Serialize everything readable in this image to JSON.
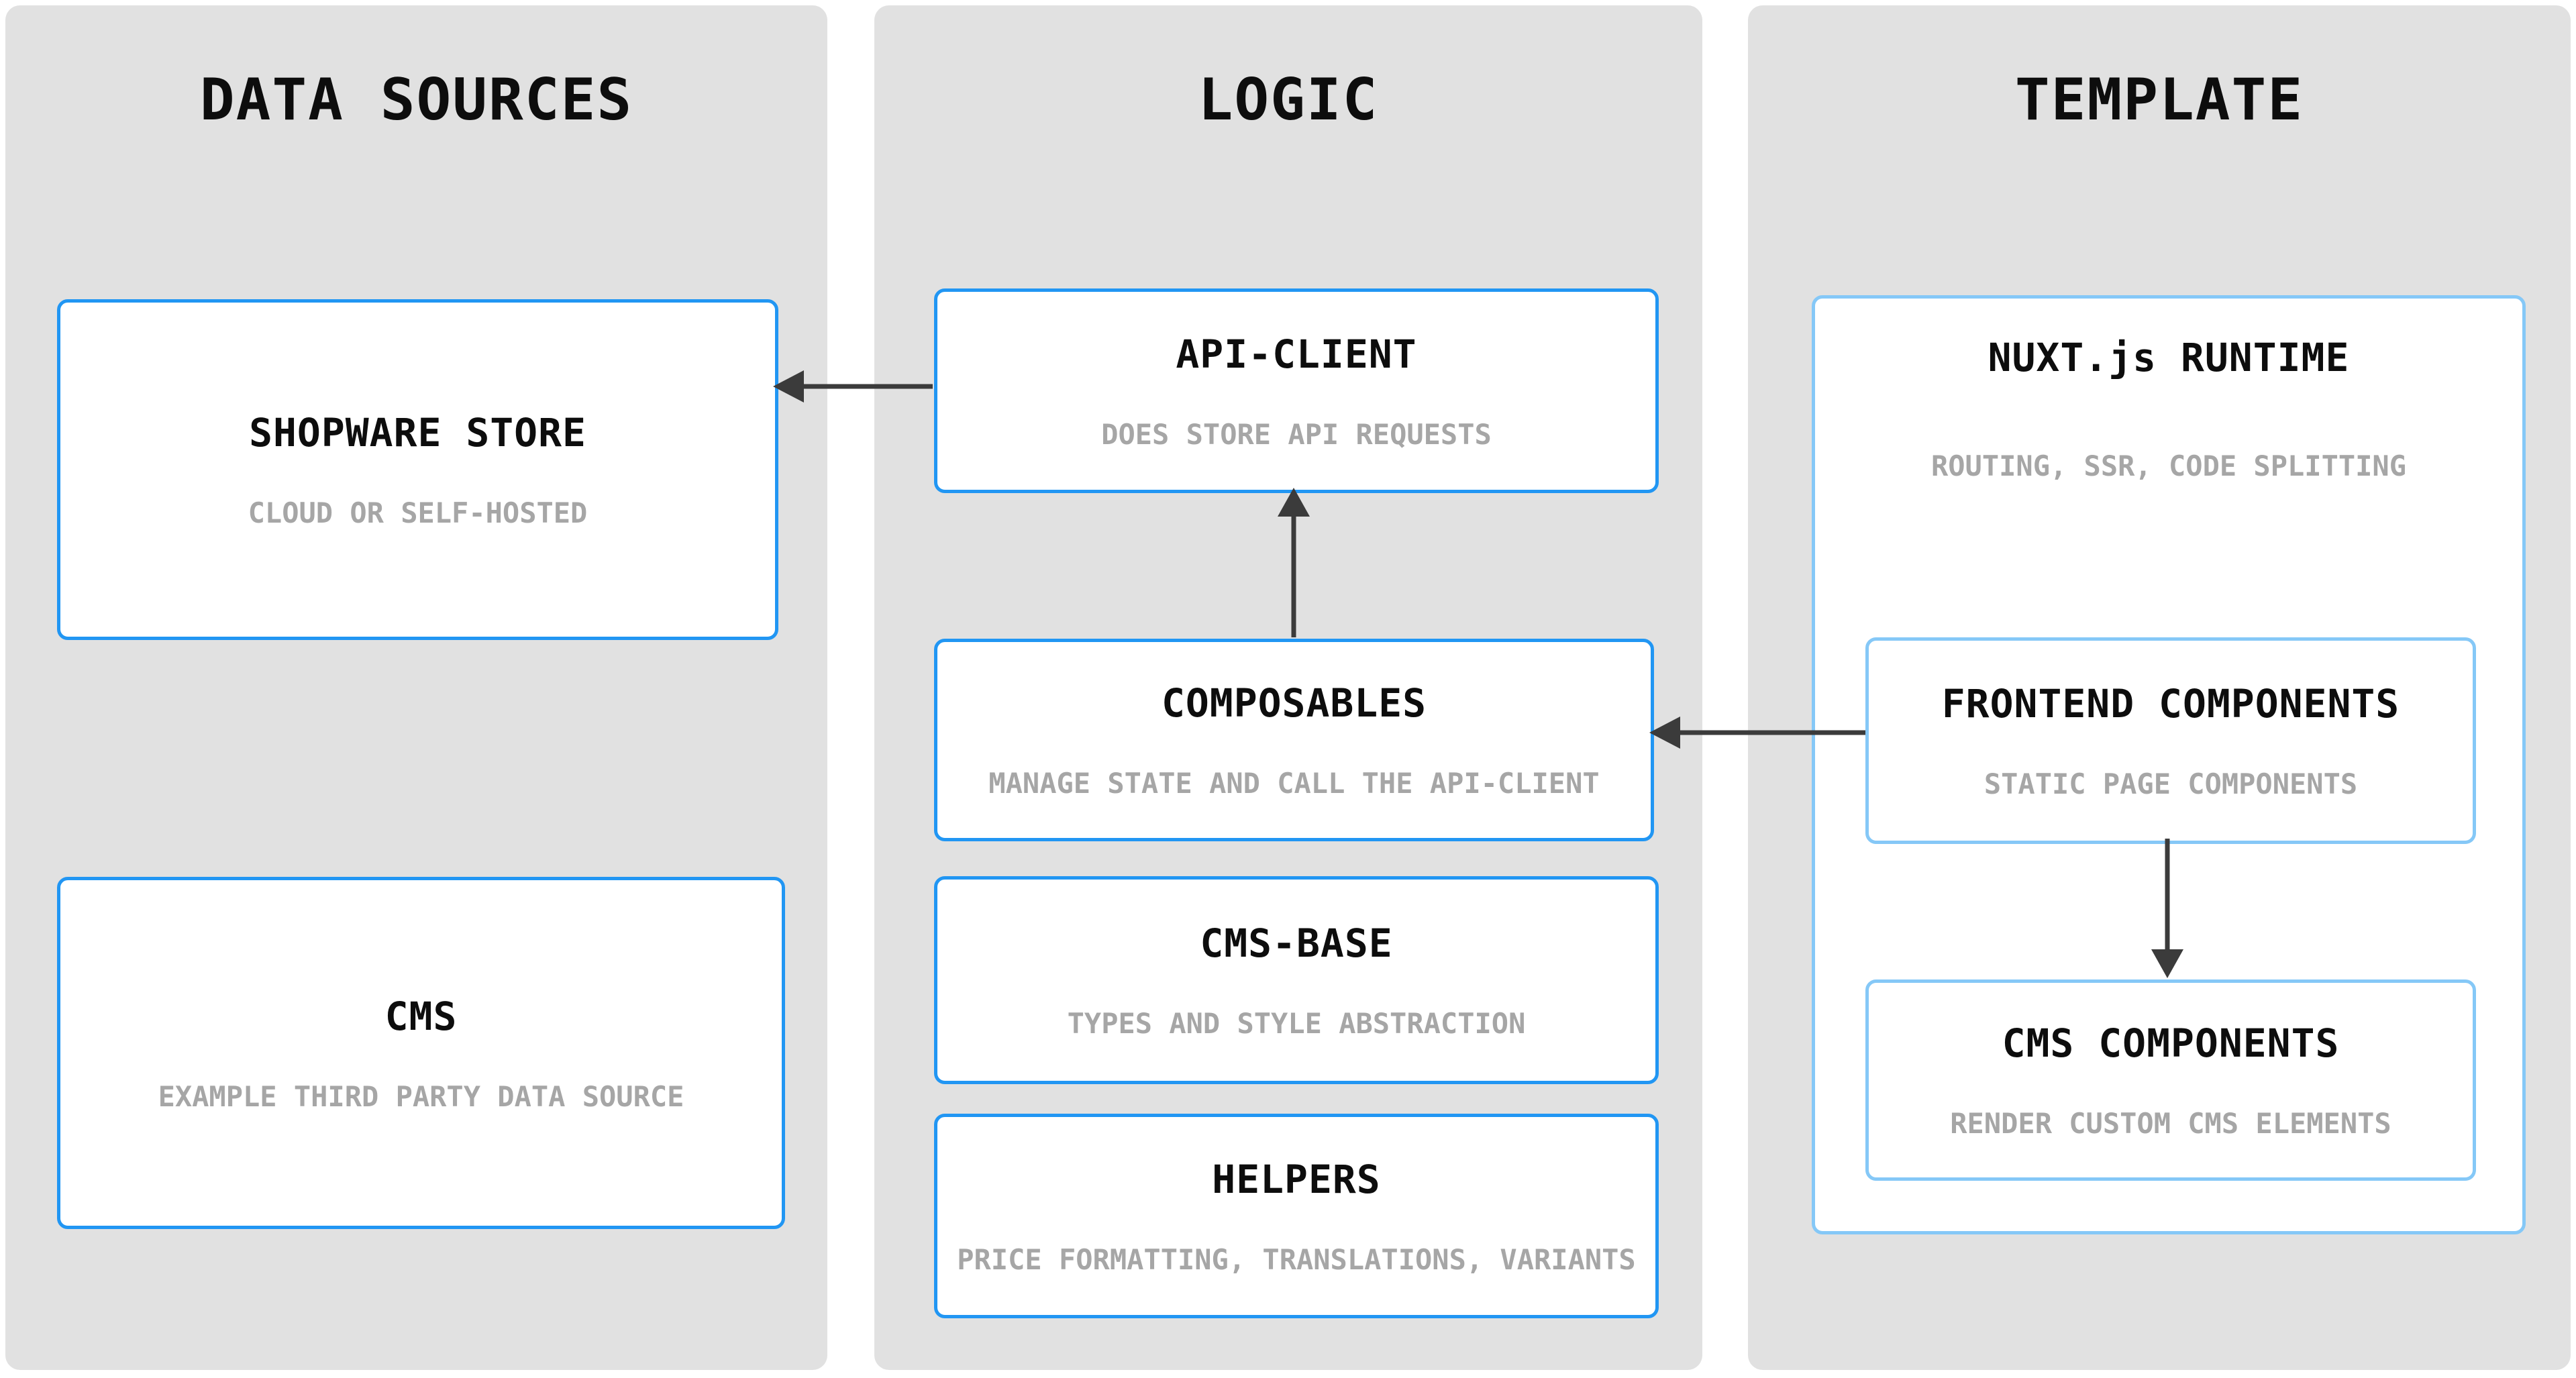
{
  "diagram": {
    "columns": [
      {
        "title": "DATA SOURCES",
        "boxes": [
          {
            "title": "SHOPWARE STORE",
            "subtitle": "CLOUD OR SELF-HOSTED"
          },
          {
            "title": "CMS",
            "subtitle": "EXAMPLE THIRD PARTY DATA SOURCE"
          }
        ]
      },
      {
        "title": "LOGIC",
        "boxes": [
          {
            "title": "API-CLIENT",
            "subtitle": "DOES STORE API REQUESTS"
          },
          {
            "title": "COMPOSABLES",
            "subtitle": "MANAGE STATE AND CALL THE API-CLIENT"
          },
          {
            "title": "CMS-BASE",
            "subtitle": "TYPES AND STYLE ABSTRACTION"
          },
          {
            "title": "HELPERS",
            "subtitle": "PRICE FORMATTING, TRANSLATIONS, VARIANTS"
          }
        ]
      },
      {
        "title": "TEMPLATE",
        "boxes": [
          {
            "title": "NUXT.js RUNTIME",
            "subtitle": "ROUTING, SSR, CODE SPLITTING"
          },
          {
            "title": "FRONTEND COMPONENTS",
            "subtitle": "STATIC PAGE COMPONENTS"
          },
          {
            "title": "CMS COMPONENTS",
            "subtitle": "RENDER CUSTOM CMS ELEMENTS"
          }
        ]
      }
    ],
    "connections": [
      {
        "from": "API-CLIENT",
        "to": "SHOPWARE STORE"
      },
      {
        "from": "COMPOSABLES",
        "to": "API-CLIENT"
      },
      {
        "from": "FRONTEND COMPONENTS",
        "to": "COMPOSABLES"
      },
      {
        "from": "FRONTEND COMPONENTS",
        "to": "CMS COMPONENTS"
      }
    ],
    "colors": {
      "page_background": "#ffffff",
      "panel_background": "#e1e1e1",
      "box_border_strong": "#2196f3",
      "box_border_light": "#85c8f7",
      "arrow": "#3b3b3b",
      "title_text": "#0d0d0d",
      "subtitle_text": "#a6a6a6"
    }
  }
}
